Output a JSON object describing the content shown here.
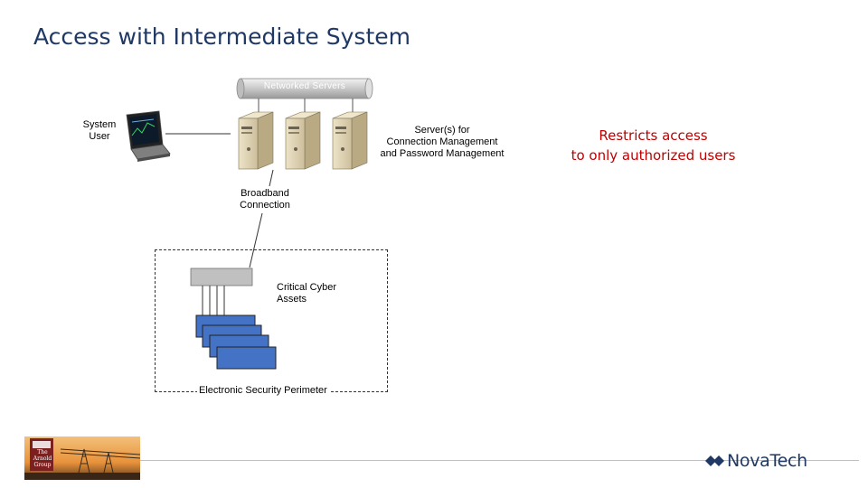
{
  "slide": {
    "title": "Access with Intermediate System"
  },
  "diagram": {
    "bus_label": "Networked Servers",
    "system_user_label": [
      "System",
      "User"
    ],
    "servers_label": [
      "Server(s) for",
      "Connection Management",
      "and Password Management"
    ],
    "broadband_label": [
      "Broadband",
      "Connection"
    ],
    "assets_label": [
      "Critical Cyber",
      "Assets"
    ],
    "perimeter_label": "Electronic Security Perimeter"
  },
  "callout": {
    "lines": [
      "Restricts access",
      "to only authorized users"
    ],
    "color": "#c00000"
  },
  "footer": {
    "left_logo_text": [
      "The",
      "Arnold",
      "Group"
    ],
    "right_logo_text": "NovaTech"
  },
  "colors": {
    "title": "#1f3864",
    "asset_fill": "#4472c4",
    "hub_fill": "#c0c0c0"
  }
}
